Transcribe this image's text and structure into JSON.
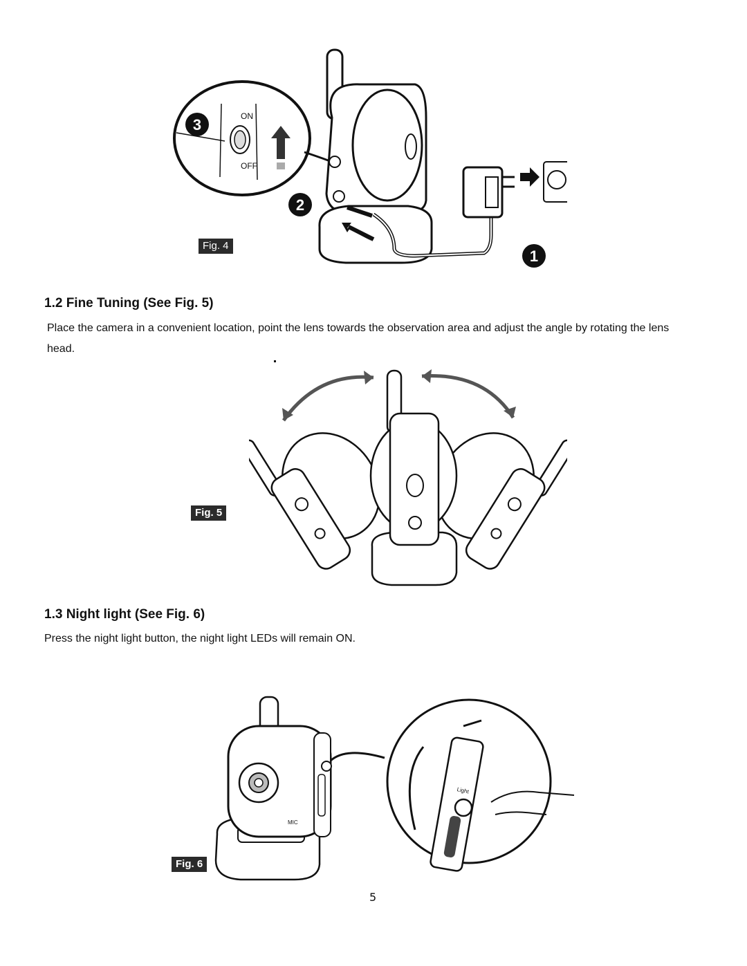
{
  "figures": {
    "fig4": {
      "label": "Fig. 4",
      "switch_on": "ON",
      "switch_off": "OFF",
      "step1": "1",
      "step2": "2",
      "step3": "3"
    },
    "fig5": {
      "label": "Fig. 5"
    },
    "fig6": {
      "label": "Fig. 6",
      "button_text": "Light",
      "mic_text": "MIC"
    }
  },
  "sections": [
    {
      "heading": "1.2  Fine Tuning (See Fig. 5)",
      "body": "Place the camera in a convenient location, point the lens towards the observation area and adjust the angle by rotating the lens head."
    },
    {
      "heading": "1.3  Night light (See Fig. 6)",
      "body": "Press the night light button, the night light LEDs will remain ON."
    }
  ],
  "page_number": "5"
}
